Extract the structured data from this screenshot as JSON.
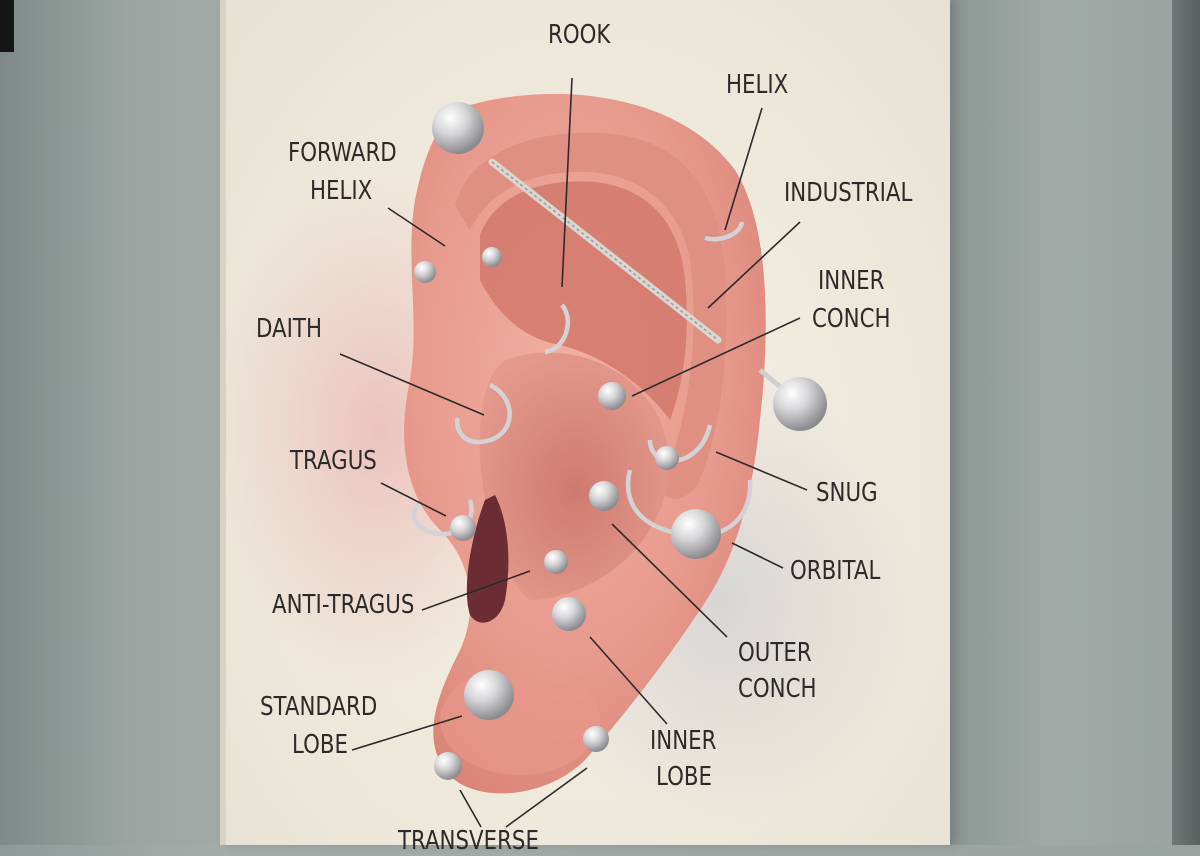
{
  "labels": {
    "rook": "ROOK",
    "helix": "HELIX",
    "forward_helix_1": "FORWARD",
    "forward_helix_2": "HELIX",
    "industrial": "INDUSTRIAL",
    "inner_conch_1": "INNER",
    "inner_conch_2": "CONCH",
    "daith": "DAITH",
    "tragus": "TRAGUS",
    "snug": "SNUG",
    "orbital": "ORBITAL",
    "anti_tragus": "ANTI-TRAGUS",
    "outer_conch_1": "OUTER",
    "outer_conch_2": "CONCH",
    "standard_lobe_1": "STANDARD",
    "standard_lobe_2": "LOBE",
    "inner_lobe_1": "INNER",
    "inner_lobe_2": "LOBE",
    "transverse": "TRANSVERSE"
  },
  "colors": {
    "skin": "#e9a196",
    "skin_shadow": "#c76e66",
    "canal": "#6b2d33",
    "metal": "#cfcfd0",
    "ink": "#2d2a2a"
  }
}
